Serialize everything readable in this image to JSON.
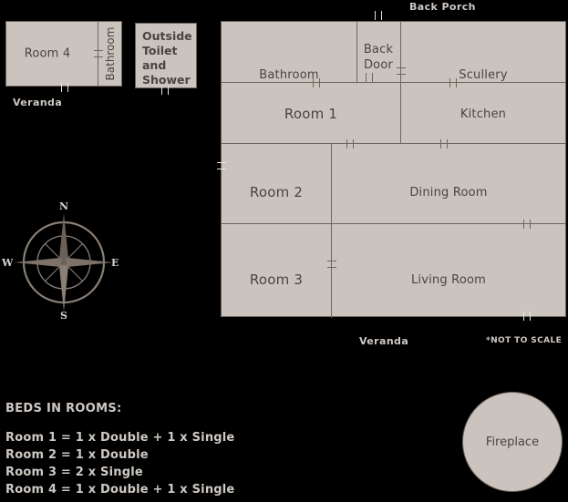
{
  "plan": {
    "not_to_scale_note": "*NOT TO SCALE",
    "captions": {
      "back_porch": "Back Porch",
      "veranda_left": "Veranda",
      "veranda_bottom": "Veranda"
    },
    "left_unit": {
      "room4_label": "Room 4",
      "bathroom_label": "Bathroom"
    },
    "outside_unit": {
      "label": "Outside\nToilet\nand\nShower"
    },
    "main_house": {
      "bathroom": "Bathroom",
      "back_door": "Back\nDoor",
      "scullery": "Scullery",
      "room1": "Room 1",
      "kitchen": "Kitchen",
      "room2": "Room 2",
      "dining_room": "Dining Room",
      "room3": "Room 3",
      "living_room": "Living Room"
    },
    "fireplace_label": "Fireplace"
  },
  "compass": {
    "north": "N",
    "south": "S",
    "east": "E",
    "west": "W"
  },
  "legend": {
    "title": "BEDS IN ROOMS:",
    "lines": [
      "Room 1 = 1 x Double + 1 x Single",
      "Room 2 = 1 x Double",
      "Room 3 = 2 x Single",
      "Room 4 = 1 x Double + 1 x Single"
    ]
  },
  "colors": {
    "room_fill": "#cbc4be",
    "wall": "#6e655d",
    "text_dark": "#4a4440",
    "text_light": "#cfc9c4",
    "background": "#000000"
  }
}
